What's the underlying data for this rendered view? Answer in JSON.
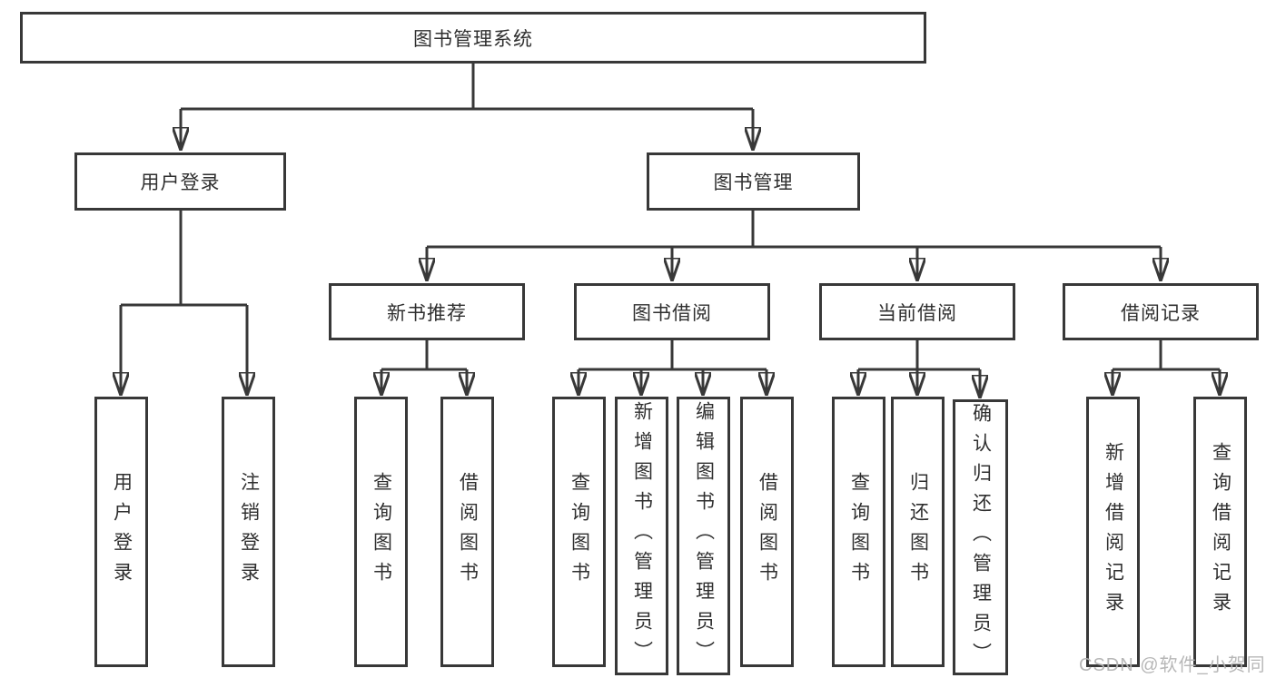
{
  "tree": {
    "root": {
      "label": "图书管理系统"
    },
    "branches": {
      "login": {
        "label": "用户登录",
        "leaves": [
          "用户登录",
          "注销登录"
        ]
      },
      "mgmt": {
        "label": "图书管理",
        "children": {
          "recommend": {
            "label": "新书推荐",
            "leaves": [
              "查询图书",
              "借阅图书"
            ]
          },
          "borrow": {
            "label": "图书借阅",
            "leaves": [
              "查询图书",
              "新增图书（管理员）",
              "编辑图书（管理员）",
              "借阅图书"
            ]
          },
          "current": {
            "label": "当前借阅",
            "leaves": [
              "查询图书",
              "归还图书",
              "确认归还（管理员）"
            ]
          },
          "records": {
            "label": "借阅记录",
            "leaves": [
              "新增借阅记录",
              "查询借阅记录"
            ]
          }
        }
      }
    }
  },
  "watermark": {
    "text": "CSDN @软件_小贺同学"
  },
  "colors": {
    "line": "#383838",
    "box_border": "#383838",
    "text": "#2f2f2f",
    "watermark": "#b4b4b4",
    "background": "#ffffff"
  }
}
